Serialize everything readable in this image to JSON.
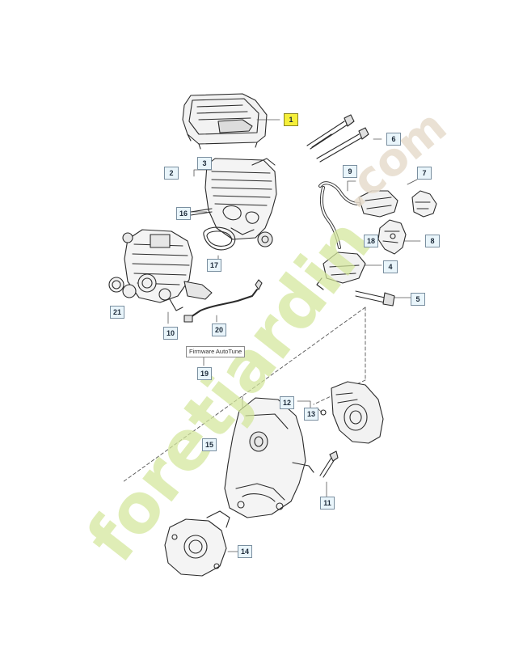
{
  "diagram": {
    "firmware_label": "Firmware AutoTune",
    "callouts": [
      {
        "id": "c1",
        "text": "1",
        "highlight": true
      },
      {
        "id": "c2",
        "text": "2"
      },
      {
        "id": "c3",
        "text": "3"
      },
      {
        "id": "c4",
        "text": "4"
      },
      {
        "id": "c5",
        "text": "5"
      },
      {
        "id": "c6",
        "text": "6"
      },
      {
        "id": "c7",
        "text": "7"
      },
      {
        "id": "c8",
        "text": "8"
      },
      {
        "id": "c9",
        "text": "9"
      },
      {
        "id": "c10",
        "text": "10"
      },
      {
        "id": "c11",
        "text": "11"
      },
      {
        "id": "c12",
        "text": "12"
      },
      {
        "id": "c13",
        "text": "13"
      },
      {
        "id": "c14",
        "text": "14"
      },
      {
        "id": "c15",
        "text": "15"
      },
      {
        "id": "c16",
        "text": "16"
      },
      {
        "id": "c17",
        "text": "17"
      },
      {
        "id": "c18",
        "text": "18"
      },
      {
        "id": "c19",
        "text": "19"
      },
      {
        "id": "c20",
        "text": "20"
      },
      {
        "id": "c21",
        "text": "21"
      }
    ]
  },
  "watermark": {
    "text_main": "foretjardin",
    "text_suffix": ".com",
    "color_green": "#c9e07a",
    "color_orange": "#f3b34a",
    "color_beige": "#e9e0d3"
  }
}
